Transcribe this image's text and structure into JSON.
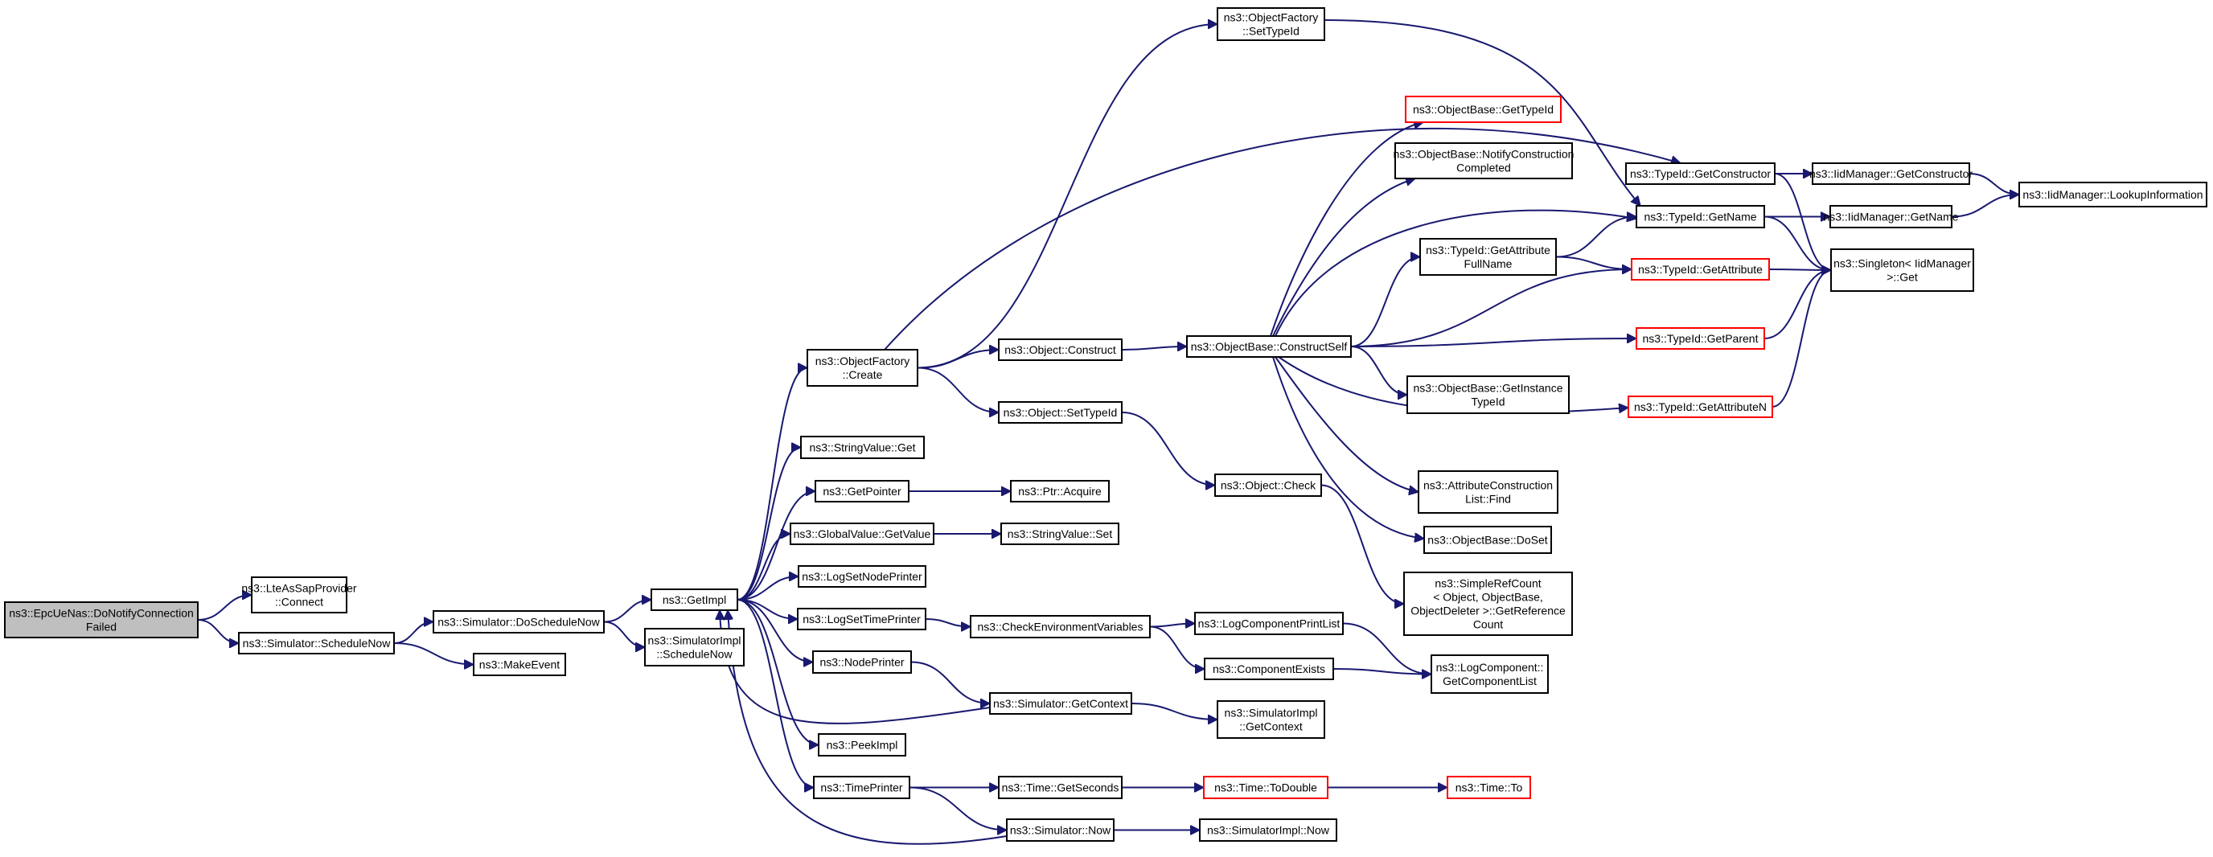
{
  "diagram": {
    "root": "n0",
    "nodes": [
      {
        "id": "n0",
        "lines": [
          "ns3::EpcUeNas::DoNotifyConnection",
          "Failed"
        ],
        "style": "root"
      },
      {
        "id": "n1",
        "lines": [
          "ns3::LteAsSapProvider",
          "::Connect"
        ],
        "style": "normal"
      },
      {
        "id": "n2",
        "lines": [
          "ns3::Simulator::ScheduleNow"
        ],
        "style": "normal"
      },
      {
        "id": "n3",
        "lines": [
          "ns3::Simulator::DoScheduleNow"
        ],
        "style": "normal"
      },
      {
        "id": "n4",
        "lines": [
          "ns3::MakeEvent"
        ],
        "style": "normal"
      },
      {
        "id": "n5",
        "lines": [
          "ns3::GetImpl"
        ],
        "style": "normal"
      },
      {
        "id": "n6",
        "lines": [
          "ns3::SimulatorImpl",
          "::ScheduleNow"
        ],
        "style": "normal"
      },
      {
        "id": "n7",
        "lines": [
          "ns3::ObjectFactory",
          "::Create"
        ],
        "style": "normal"
      },
      {
        "id": "n8",
        "lines": [
          "ns3::StringValue::Get"
        ],
        "style": "normal"
      },
      {
        "id": "n9",
        "lines": [
          "ns3::GetPointer"
        ],
        "style": "normal"
      },
      {
        "id": "n10",
        "lines": [
          "ns3::GlobalValue::GetValue"
        ],
        "style": "normal"
      },
      {
        "id": "n11",
        "lines": [
          "ns3::LogSetNodePrinter"
        ],
        "style": "normal"
      },
      {
        "id": "n12",
        "lines": [
          "ns3::LogSetTimePrinter"
        ],
        "style": "normal"
      },
      {
        "id": "n13",
        "lines": [
          "ns3::NodePrinter"
        ],
        "style": "normal"
      },
      {
        "id": "n14",
        "lines": [
          "ns3::PeekImpl"
        ],
        "style": "normal"
      },
      {
        "id": "n15",
        "lines": [
          "ns3::TimePrinter"
        ],
        "style": "normal"
      },
      {
        "id": "n16",
        "lines": [
          "ns3::ObjectFactory",
          "::SetTypeId"
        ],
        "style": "normal"
      },
      {
        "id": "n17",
        "lines": [
          "ns3::Object::Construct"
        ],
        "style": "normal"
      },
      {
        "id": "n18",
        "lines": [
          "ns3::Object::SetTypeId"
        ],
        "style": "normal"
      },
      {
        "id": "n19",
        "lines": [
          "ns3::Ptr::Acquire"
        ],
        "style": "normal"
      },
      {
        "id": "n20",
        "lines": [
          "ns3::StringValue::Set"
        ],
        "style": "normal"
      },
      {
        "id": "n21",
        "lines": [
          "ns3::CheckEnvironmentVariables"
        ],
        "style": "normal"
      },
      {
        "id": "n22",
        "lines": [
          "ns3::Simulator::GetContext"
        ],
        "style": "normal"
      },
      {
        "id": "n23",
        "lines": [
          "ns3::Time::GetSeconds"
        ],
        "style": "normal"
      },
      {
        "id": "n24",
        "lines": [
          "ns3::Simulator::Now"
        ],
        "style": "normal"
      },
      {
        "id": "n25",
        "lines": [
          "ns3::ObjectBase::ConstructSelf"
        ],
        "style": "normal"
      },
      {
        "id": "n26",
        "lines": [
          "ns3::Object::Check"
        ],
        "style": "normal"
      },
      {
        "id": "n27",
        "lines": [
          "ns3::LogComponentPrintList"
        ],
        "style": "normal"
      },
      {
        "id": "n28",
        "lines": [
          "ns3::ComponentExists"
        ],
        "style": "normal"
      },
      {
        "id": "n29",
        "lines": [
          "ns3::SimulatorImpl",
          "::GetContext"
        ],
        "style": "normal"
      },
      {
        "id": "n30",
        "lines": [
          "ns3::Time::ToDouble"
        ],
        "style": "red"
      },
      {
        "id": "n31",
        "lines": [
          "ns3::SimulatorImpl::Now"
        ],
        "style": "normal"
      },
      {
        "id": "n32",
        "lines": [
          "ns3::ObjectBase::GetTypeId"
        ],
        "style": "red"
      },
      {
        "id": "n33",
        "lines": [
          "ns3::ObjectBase::NotifyConstruction",
          "Completed"
        ],
        "style": "normal"
      },
      {
        "id": "n34",
        "lines": [
          "ns3::TypeId::GetAttribute",
          "FullName"
        ],
        "style": "normal"
      },
      {
        "id": "n35",
        "lines": [
          "ns3::ObjectBase::GetInstance",
          "TypeId"
        ],
        "style": "normal"
      },
      {
        "id": "n36",
        "lines": [
          "ns3::AttributeConstruction",
          "List::Find"
        ],
        "style": "normal"
      },
      {
        "id": "n37",
        "lines": [
          "ns3::ObjectBase::DoSet"
        ],
        "style": "normal"
      },
      {
        "id": "n38",
        "lines": [
          "ns3::SimpleRefCount",
          "< Object, ObjectBase,",
          "ObjectDeleter >::GetReference",
          "Count"
        ],
        "style": "normal"
      },
      {
        "id": "n39",
        "lines": [
          "ns3::LogComponent::",
          "GetComponentList"
        ],
        "style": "normal"
      },
      {
        "id": "n40",
        "lines": [
          "ns3::Time::To"
        ],
        "style": "red"
      },
      {
        "id": "n41",
        "lines": [
          "ns3::TypeId::GetConstructor"
        ],
        "style": "normal"
      },
      {
        "id": "n42",
        "lines": [
          "ns3::TypeId::GetName"
        ],
        "style": "normal"
      },
      {
        "id": "n43",
        "lines": [
          "ns3::TypeId::GetAttribute"
        ],
        "style": "red"
      },
      {
        "id": "n44",
        "lines": [
          "ns3::TypeId::GetParent"
        ],
        "style": "red"
      },
      {
        "id": "n45",
        "lines": [
          "ns3::TypeId::GetAttributeN"
        ],
        "style": "red"
      },
      {
        "id": "n46",
        "lines": [
          "ns3::IidManager::GetConstructor"
        ],
        "style": "normal"
      },
      {
        "id": "n47",
        "lines": [
          "ns3::IidManager::GetName"
        ],
        "style": "normal"
      },
      {
        "id": "n48",
        "lines": [
          "ns3::Singleton< IidManager",
          ">::Get"
        ],
        "style": "normal"
      },
      {
        "id": "n49",
        "lines": [
          "ns3::IidManager::LookupInformation"
        ],
        "style": "normal"
      }
    ],
    "edges": [
      [
        "n0",
        "n1"
      ],
      [
        "n0",
        "n2"
      ],
      [
        "n2",
        "n3"
      ],
      [
        "n2",
        "n4"
      ],
      [
        "n3",
        "n5"
      ],
      [
        "n3",
        "n6"
      ],
      [
        "n5",
        "n7"
      ],
      [
        "n5",
        "n8"
      ],
      [
        "n5",
        "n9"
      ],
      [
        "n5",
        "n10"
      ],
      [
        "n5",
        "n11"
      ],
      [
        "n5",
        "n12"
      ],
      [
        "n5",
        "n13"
      ],
      [
        "n5",
        "n14"
      ],
      [
        "n5",
        "n15"
      ],
      [
        "n7",
        "n16"
      ],
      [
        "n7",
        "n17"
      ],
      [
        "n7",
        "n18"
      ],
      [
        "n7",
        "n41"
      ],
      [
        "n16",
        "n42"
      ],
      [
        "n17",
        "n25"
      ],
      [
        "n18",
        "n26"
      ],
      [
        "n9",
        "n19"
      ],
      [
        "n10",
        "n20"
      ],
      [
        "n12",
        "n21"
      ],
      [
        "n13",
        "n22"
      ],
      [
        "n15",
        "n23"
      ],
      [
        "n15",
        "n24"
      ],
      [
        "n21",
        "n27"
      ],
      [
        "n21",
        "n28"
      ],
      [
        "n27",
        "n39"
      ],
      [
        "n28",
        "n39"
      ],
      [
        "n22",
        "n29"
      ],
      [
        "n22",
        "n5"
      ],
      [
        "n23",
        "n30"
      ],
      [
        "n30",
        "n40"
      ],
      [
        "n24",
        "n31"
      ],
      [
        "n24",
        "n5"
      ],
      [
        "n25",
        "n32"
      ],
      [
        "n25",
        "n33"
      ],
      [
        "n25",
        "n42"
      ],
      [
        "n25",
        "n34"
      ],
      [
        "n25",
        "n43"
      ],
      [
        "n25",
        "n44"
      ],
      [
        "n25",
        "n35"
      ],
      [
        "n25",
        "n45"
      ],
      [
        "n25",
        "n36"
      ],
      [
        "n25",
        "n37"
      ],
      [
        "n26",
        "n38"
      ],
      [
        "n34",
        "n42"
      ],
      [
        "n34",
        "n43"
      ],
      [
        "n41",
        "n46"
      ],
      [
        "n41",
        "n48"
      ],
      [
        "n42",
        "n47"
      ],
      [
        "n42",
        "n48"
      ],
      [
        "n43",
        "n48"
      ],
      [
        "n44",
        "n48"
      ],
      [
        "n45",
        "n48"
      ],
      [
        "n46",
        "n49"
      ],
      [
        "n47",
        "n49"
      ]
    ]
  }
}
